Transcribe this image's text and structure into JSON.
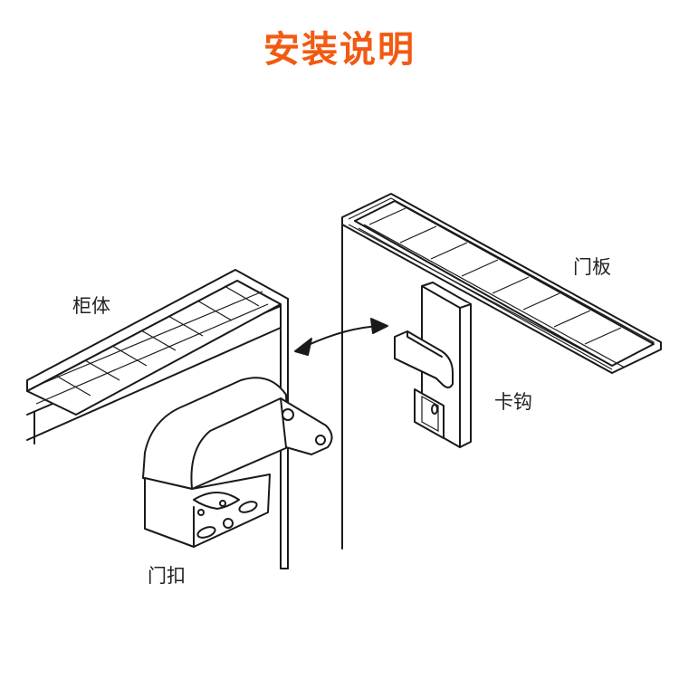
{
  "title": "安装说明",
  "labels": {
    "cabinet": "柜体",
    "door_panel": "门板",
    "hook": "卡钩",
    "door_latch": "门扣"
  },
  "colors": {
    "title": "#f25a12",
    "line": "#1a1a1a",
    "background": "#ffffff"
  },
  "icons": {
    "motion_arrow": "double-headed-curved-arrow"
  }
}
